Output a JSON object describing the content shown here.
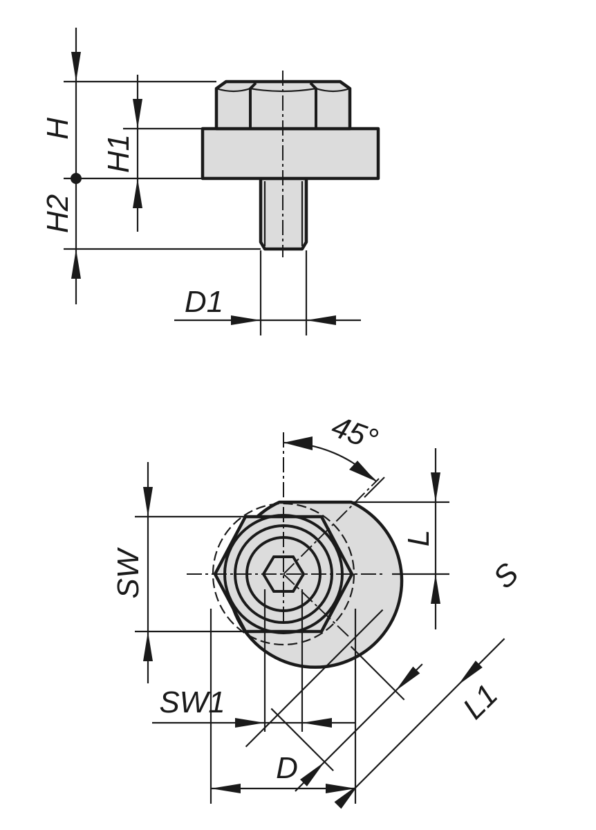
{
  "colors": {
    "ink": "#1a1a1a",
    "fill": "#dcdcdc",
    "background": "#ffffff"
  },
  "labels": {
    "H": "H",
    "H1": "H1",
    "H2": "H2",
    "D1": "D1",
    "angle": "45°",
    "L": "L",
    "S": "S",
    "SW": "SW",
    "L1": "L1",
    "SW1": "SW1",
    "D": "D"
  }
}
